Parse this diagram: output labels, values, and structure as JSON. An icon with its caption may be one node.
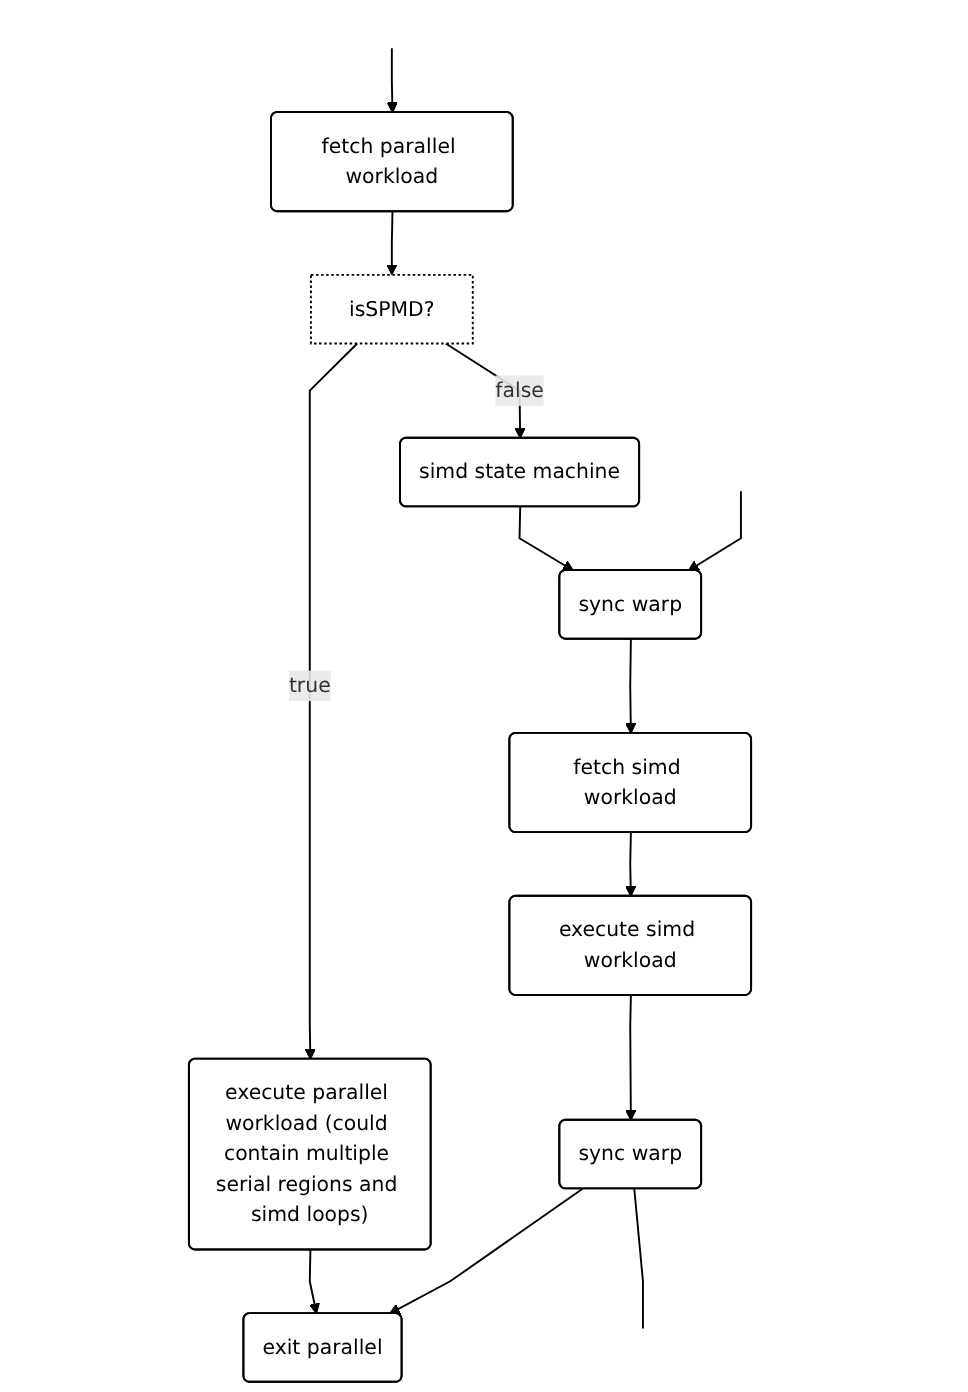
{
  "diagram": {
    "nodes": [
      {
        "text": [
          "fetch parallel workload"
        ]
      },
      {
        "text": [
          "isSPMD?"
        ]
      },
      {
        "text": [
          "execute parallel workload (could contain multiple serial regions and simd loops)"
        ]
      },
      {
        "text": [
          "simd state machine"
        ]
      },
      {
        "text": [
          "sync warp"
        ]
      },
      {
        "text": [
          "fetch simd workload"
        ]
      },
      {
        "text": [
          "execute simd workload"
        ]
      },
      {
        "text": [
          "sync warp"
        ]
      },
      {
        "text": [
          "exit parallel"
        ]
      }
    ],
    "edges": [
      {
        "from": null,
        "to": 0,
        "arrow": "to"
      },
      {
        "from": 0,
        "to": 1,
        "arrow": "to"
      },
      {
        "from": 1,
        "to": 2,
        "arrow": "to",
        "label": "true"
      },
      {
        "from": 1,
        "to": 3,
        "arrow": "to",
        "label": "false"
      },
      {
        "from": 3,
        "to": 4,
        "arrow": "to"
      },
      {
        "from": null,
        "to": 4,
        "arrow": "to"
      },
      {
        "from": 4,
        "to": 5,
        "arrow": "to"
      },
      {
        "from": 5,
        "to": 6,
        "arrow": "to"
      },
      {
        "from": 6,
        "to": 7,
        "arrow": "to"
      },
      {
        "from": 7,
        "to": null,
        "arrow": "none"
      },
      {
        "from": 2,
        "to": 8,
        "arrow": "to"
      },
      {
        "from": 7,
        "to": 8,
        "arrow": "to"
      }
    ]
  }
}
